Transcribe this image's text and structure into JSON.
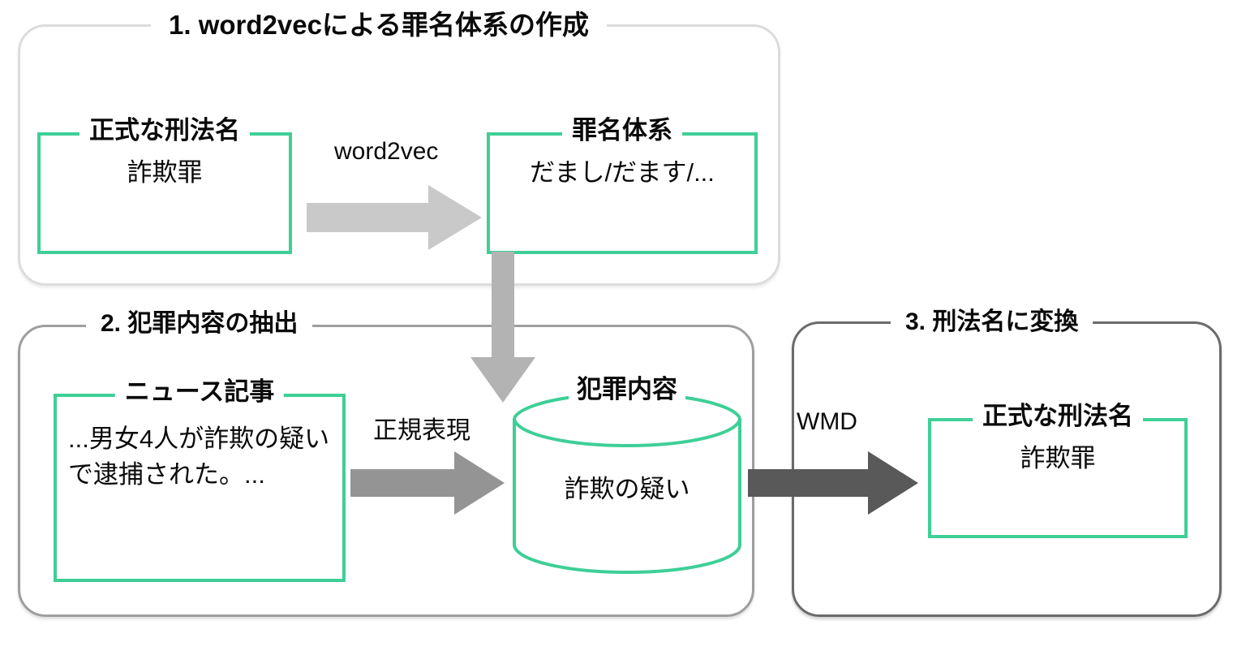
{
  "diagram": {
    "title_hidden": "",
    "panels": [
      {
        "id": "panel-1",
        "title": "1. word2vecによる罪名体系の作成",
        "border_color": "#dcdcdc"
      },
      {
        "id": "panel-2",
        "title": "2. 犯罪内容の抽出",
        "border_color": "#9e9e9e"
      },
      {
        "id": "panel-3",
        "title": "3. 刑法名に変換",
        "border_color": "#6b6b6b"
      }
    ],
    "boxes": [
      {
        "id": "box-formal-1",
        "label": "正式な刑法名",
        "body": "詐欺罪",
        "color": "#3ecf96"
      },
      {
        "id": "box-taxonomy",
        "label": "罪名体系",
        "body": "だまし/だます/...",
        "color": "#3ecf96"
      },
      {
        "id": "box-news",
        "label": "ニュース記事",
        "body": "...男女4人が詐欺の疑いで逮捕された。...",
        "color": "#3ecf96"
      },
      {
        "id": "box-formal-2",
        "label": "正式な刑法名",
        "body": "詐欺罪",
        "color": "#3ecf96"
      }
    ],
    "cylinder": {
      "id": "cylinder-crime-content",
      "label": "犯罪内容",
      "body": "詐欺の疑い",
      "color": "#3ecf96"
    },
    "arrows": [
      {
        "id": "arrow-word2vec",
        "label": "word2vec",
        "color": "#c9c9c9",
        "direction": "right"
      },
      {
        "id": "arrow-taxonomy-down",
        "label": "",
        "color": "#b3b3b3",
        "direction": "down"
      },
      {
        "id": "arrow-regex",
        "label": "正規表現",
        "color": "#949494",
        "direction": "right"
      },
      {
        "id": "arrow-wmd",
        "label": "WMD",
        "color": "#595959",
        "direction": "right"
      }
    ]
  }
}
